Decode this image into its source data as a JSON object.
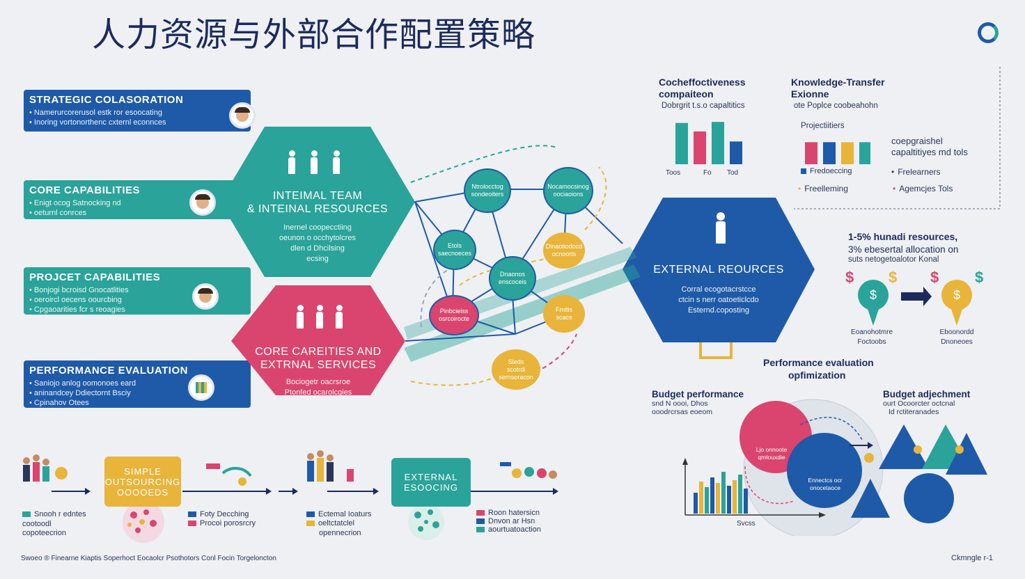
{
  "title": "人力资源与外部合作配置策略",
  "colors": {
    "teal": "#2aa39a",
    "blue": "#1e5aa8",
    "pink": "#d9456e",
    "yellow": "#e8b43a",
    "navy": "#1d2a5c"
  },
  "banners": [
    {
      "title": "STRATEGIC COLASORATION",
      "lines": [
        "Namerurcorerusol estk ror esoocating",
        "Inoring vortonorthenc cxternl econnces"
      ],
      "color": "#1e5aa8"
    },
    {
      "title": "CORE CAPABILITIES",
      "lines": [
        "Enigt ocog Satnocking nd",
        "oeturnl conrces"
      ],
      "color": "#2aa39a"
    },
    {
      "title": "PROJCET CAPABILITIES",
      "lines": [
        "Bonjogi bcroisd Gnocatlities",
        "oeroircl oecens oourcbing",
        "Cpgaoarities fcr s reoagies"
      ],
      "color": "#2aa39a"
    },
    {
      "title": "PERFORMANCE EVALUATION",
      "lines": [
        "Saniojo anlog oomonoes eard",
        "aninandcey Ddiectornt Bsciy",
        "Cpinahov Otees"
      ],
      "color": "#1e5aa8"
    }
  ],
  "hexes": {
    "internal": {
      "title1": "INTEIMAL TEAM",
      "title2": "& INTEINAL RESOURCES",
      "lines": [
        "Inernel coopecctiing",
        "oeunon o occhytolcres",
        "dlen d Dhcilsing",
        "ecsing"
      ]
    },
    "core": {
      "title1": "CORE CAREITIES AND",
      "title2": "EXTRNAL SERVICES",
      "lines": [
        "Bociogetr oacrsroe",
        "Ptonfed ocarolcgies"
      ]
    },
    "external": {
      "title1": "EXTERNAL REOURCES",
      "lines": [
        "Corral ecogotacrstcce",
        "ctcin s nerr oatoeticlcdo",
        "Esternd.coposting"
      ]
    }
  },
  "nodes": [
    {
      "label": "Ntrolocctog\nsondeoiters"
    },
    {
      "label": "Nocamocsinog\noociaoions"
    },
    {
      "label": "Etols\nsaecnoeces"
    },
    {
      "label": "Dinaotiodocd\nocnoorts"
    },
    {
      "label": "Dnaonos\nenscoceis"
    },
    {
      "label": "Pinbcieiss\nosrcoirocte"
    },
    {
      "label": "Fmitis\nscacs"
    },
    {
      "label": "Sleds\nscotrdi\nsernsoracon"
    }
  ],
  "top_right": {
    "cost_title1": "Cocheffoctiveness",
    "cost_title2": "compaiteon",
    "cost_sub": "Dobrgrit t.s.o capaltitics",
    "cost_axis": [
      "Toos",
      "Fo",
      "Tod"
    ],
    "know_title1": "Knowledge-Transfer",
    "know_title2": "Exionne",
    "know_sub": "ote Poplce coobeahohn",
    "proj": "Projectiitiers",
    "leg1": "Fredoeccing",
    "leg2": "Freelleming",
    "coop1": "coepgraishel",
    "coop2": "capaltitiyes md tols",
    "free": "Frelearners",
    "agen": "Agemcjes Tols"
  },
  "chart_data": [
    {
      "type": "bar",
      "title": "",
      "categories": [
        "Toos",
        "Fo",
        "Tod"
      ],
      "series": [
        {
          "name": "",
          "values": [
            0.78,
            0.62,
            0.8,
            0.43
          ]
        }
      ],
      "colors": [
        "#2aa39a",
        "#d9456e",
        "#2aa39a",
        "#1e5aa8"
      ]
    },
    {
      "type": "bar",
      "title": "",
      "series": [
        {
          "name": "",
          "values": [
            0.72,
            0.72,
            0.72,
            0.72
          ]
        }
      ],
      "colors": [
        "#d9456e",
        "#1e5aa8",
        "#e8b43a",
        "#2aa39a"
      ]
    }
  ],
  "mid_right": {
    "line1": "1-5% hunadi resources,",
    "line2": "3% ebesertal allocation on",
    "line3": "suts netogetoalotor Konal",
    "cap1a": "Eoanohotmre",
    "cap1b": "Foctoobs",
    "cap2a": "Eboonordd",
    "cap2b": "Dnoneoes"
  },
  "perf": {
    "title1": "Performance evaluation",
    "title2": "opfimization",
    "bp_title": "Budget performance",
    "bp_l1": "snd N oooi, Dhos",
    "bp_l2": "ooodrcrsas eoeom",
    "ba_title": "Budget adjechment",
    "ba_l1": "ourt Ocoorcter octcnal",
    "ba_l2": "Id rctiteranades",
    "pink_label": "Ljo onnoote\nqrnlouxdie",
    "blue_label": "Ennectcs ocr\nonocetaoce",
    "axis_label": "Svcss"
  },
  "bottom": {
    "box1": "SIMPLE\nOUTSOURCING\nOOOOEDS",
    "box2": "EXTERNAL\nESOOCING",
    "leg_a1": "Snooh r edntes",
    "leg_a2": "cootoodl",
    "leg_a3": "copoteecrion",
    "leg_b1": "Foty Decching",
    "leg_b2": "Procoi porosrcry",
    "leg_c1": "Ectemal Ioaturs",
    "leg_c2": "oeltctatclel",
    "leg_c3": "opennecrion",
    "leg_d1": "Roon hatersicn",
    "leg_d2": "Dnvon ar Hsn",
    "leg_d3": "aourtuatoaction"
  },
  "footer": {
    "source": "Swoeo ® Finearne Kiaptis Soperhoct Eocaolcr Psothotors Conl Focin Torgeloncton",
    "page": "Ckmngle r-1"
  }
}
